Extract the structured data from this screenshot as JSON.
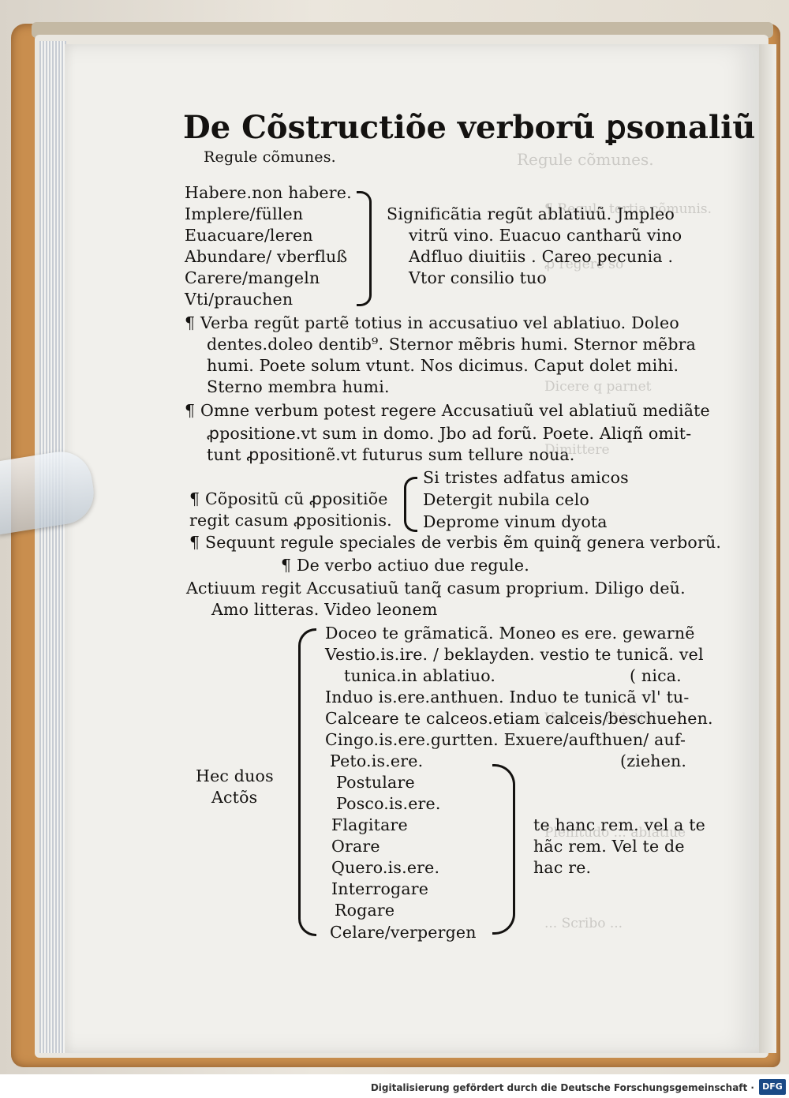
{
  "page": {
    "title": "De Cõstructiõe verborũ ꝑsonaliũ",
    "subtitle": "Regule cõmunes.",
    "block1_left": [
      "Habere.non habere.",
      "Implere/füllen",
      "Euacuare/leren",
      "Abundare/ vberfluß",
      "Carere/mangeln",
      "Vti/prauchen"
    ],
    "block1_right": [
      "Significãtia regũt ablatiuũ. Jmpleo",
      "vitrũ vino. Euacuo cantharũ vino",
      "Adfluo diuitiis . Careo pecunia .",
      "Vtor consilio tuo"
    ],
    "para1": [
      "¶ Verba regũt partẽ totius in accusatiuo vel ablatiuo. Doleo",
      "dentes.doleo dentib⁹. Sternor mẽbris humi. Sternor mẽbra",
      "humi. Poete solum vtunt. Nos dicimus. Caput dolet mihi.",
      "Sterno membra humi."
    ],
    "para2": [
      "¶ Omne verbum potest regere Accusatiuũ vel ablatiuũ mediãte",
      "ꝓpositione.vt sum in domo. Jbo ad forũ. Poete. Aliqñ omit-",
      "tunt ꝓpositionẽ.vt futurus sum tellure noua."
    ],
    "block2_left": [
      "¶ Cõpositũ cũ ꝓpositiõe",
      "regit casum ꝓpositionis."
    ],
    "block2_right": [
      "Si tristes adfatus amicos",
      "Detergit nubila celo",
      "Deprome vinum dyota"
    ],
    "para3": "¶ Sequunt regule speciales de verbis ẽm quinq̃ genera verborũ.",
    "heading2": "¶ De verbo actiuo due regule.",
    "para4": [
      "Actiuum regit Accusatiuũ tanq̃ casum proprium. Diligo deũ.",
      "Amo litteras. Video leonem"
    ],
    "block3_label": [
      "Hec duos",
      "Actõs"
    ],
    "block3_lines": [
      "Doceo te grãmaticã. Moneo es ere. gewarnẽ",
      "Vestio.is.ire. / beklayden. vestio te tunicã. vel",
      "tunica.in ablatiuo.",
      "Induo is.ere.anthuen. Induo te tunicã vl' tu-",
      "Calceare te calceos.etiam calceis/beschuehen.",
      "Cingo.is.ere.gurtten. Exuere/aufthuen/ auf-",
      "Peto.is.ere."
    ],
    "block3_aside": [
      "( nica.",
      "(ziehen."
    ],
    "block3_sub": [
      "Postulare",
      "Posco.is.ere.",
      "Flagitare",
      "Orare",
      "Quero.is.ere.",
      "Interrogare",
      "Rogare",
      "Celare/verpergen"
    ],
    "block3_right": [
      "te hanc rem. vel a te",
      "hãc rem. Vel te de",
      "hac re."
    ]
  },
  "bleed_through": [
    "Regule cõmunes.",
    "¶ Regula tertia cõmunis.",
    "ꝓ regere so",
    "Dicere q parnet",
    "Dimittere",
    "Verbo ... ablatiui",
    "Plenitudo ... ablatiue",
    "... Scribo ..."
  ],
  "footer": {
    "text": "Digitalisierung gefördert durch die Deutsche Forschungsgemeinschaft ·",
    "logo": "DFG"
  }
}
